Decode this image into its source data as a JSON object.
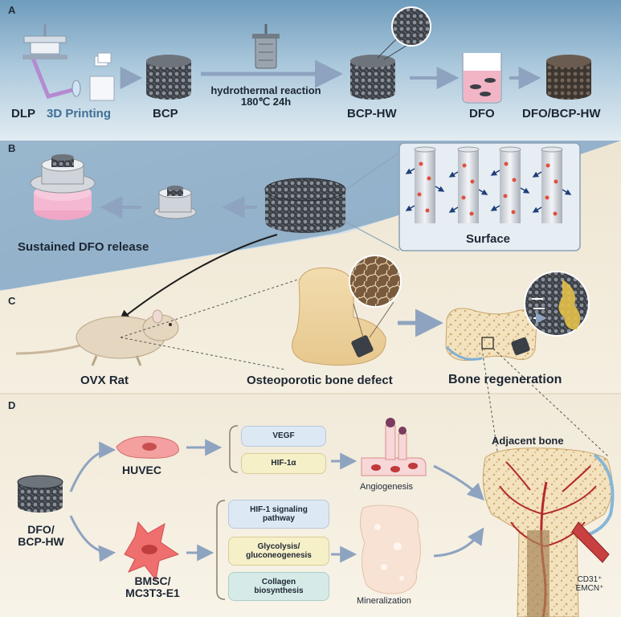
{
  "panels": {
    "a": "A",
    "b": "B",
    "c": "C",
    "d": "D"
  },
  "a": {
    "dlp": "DLP",
    "printing": "3D Printing",
    "bcp": "BCP",
    "hydro_line1": "hydrothermal reaction",
    "hydro_line2": "180℃ 24h",
    "bcp_hw": "BCP-HW",
    "dfo": "DFO",
    "dfo_bcp_hw": "DFO/BCP-HW"
  },
  "b": {
    "release": "Sustained DFO release",
    "surface": "Surface"
  },
  "c": {
    "ovx": "OVX Rat",
    "defect": "Osteoporotic bone defect",
    "regen": "Bone regeneration"
  },
  "d": {
    "huvec": "HUVEC",
    "bmsc_line1": "BMSC/",
    "bmsc_line2": "MC3T3-E1",
    "scaffold_line1": "DFO/",
    "scaffold_line2": "BCP-HW",
    "vegf": "VEGF",
    "hif": "HIF-1α",
    "hif_path_line1": "HIF-1 signaling",
    "hif_path_line2": "pathway",
    "glyco_line1": "Glycolysis/",
    "glyco_line2": "gluconeogenesis",
    "collagen_line1": "Collagen",
    "collagen_line2": "biosynthesis",
    "angiogenesis": "Angiogenesis",
    "mineralization": "Mineralization",
    "adjacent": "Adjacent bone",
    "cd31": "CD31⁺",
    "emcn": "EMCN⁺"
  },
  "colors": {
    "band_top": "#8fb4cf",
    "band_mid": "#d9e6ee",
    "beige": "#ece3cf",
    "arrow": "#8ea3bf",
    "box_blue": "#dde8f5",
    "box_yellow": "#f6f0c8",
    "box_teal": "#d6ebe8",
    "cell_red": "#ef6f6f"
  }
}
